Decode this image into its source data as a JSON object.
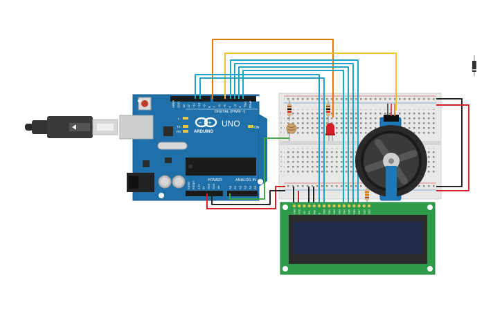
{
  "board": {
    "brand": "ARDUINO",
    "model": "UNO",
    "digital_label": "DIGITAL (PWM ~)",
    "power_label": "POWER",
    "analog_label": "ANALOG IN",
    "on_label": "ON",
    "l_label": "L",
    "tx_label": "TX",
    "rx_label": "RX",
    "top_pins": [
      "AREF",
      "GND",
      "13",
      "12",
      "~11",
      "~10",
      "~9",
      "8",
      "7",
      "~6",
      "~5",
      "4",
      "~3",
      "2",
      "TX▸1",
      "RX◂0"
    ],
    "power_pins": [
      "IOREF",
      "RESET",
      "3.3V",
      "5V",
      "GND",
      "GND",
      "Vin"
    ],
    "analog_pins": [
      "A0",
      "A1",
      "A2",
      "A3",
      "A4",
      "A5"
    ]
  },
  "lcd": {
    "pins": [
      "GND",
      "VCC",
      "V0",
      "RS",
      "RW",
      "E",
      "DB0",
      "DB1",
      "DB2",
      "DB3",
      "DB4",
      "DB5",
      "DB6",
      "DB7",
      "LED",
      "LED"
    ]
  },
  "breadboard": {
    "row_letters_left": [
      "j",
      "i",
      "h",
      "g",
      "f",
      "e",
      "d",
      "c",
      "b",
      "a"
    ]
  },
  "wire_colors": {
    "orange": "#e07b00",
    "yellow": "#f2c12e",
    "teal": "#1fa5c7",
    "red": "#d32027",
    "black": "#222222",
    "green": "#3aa845"
  }
}
